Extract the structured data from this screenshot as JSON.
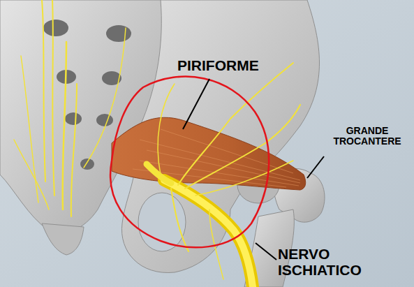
{
  "diagram": {
    "labels": [
      "PIRIFORME",
      "GRANDE TROCANTERE",
      "NERVO ISCHIATICO"
    ]
  }
}
